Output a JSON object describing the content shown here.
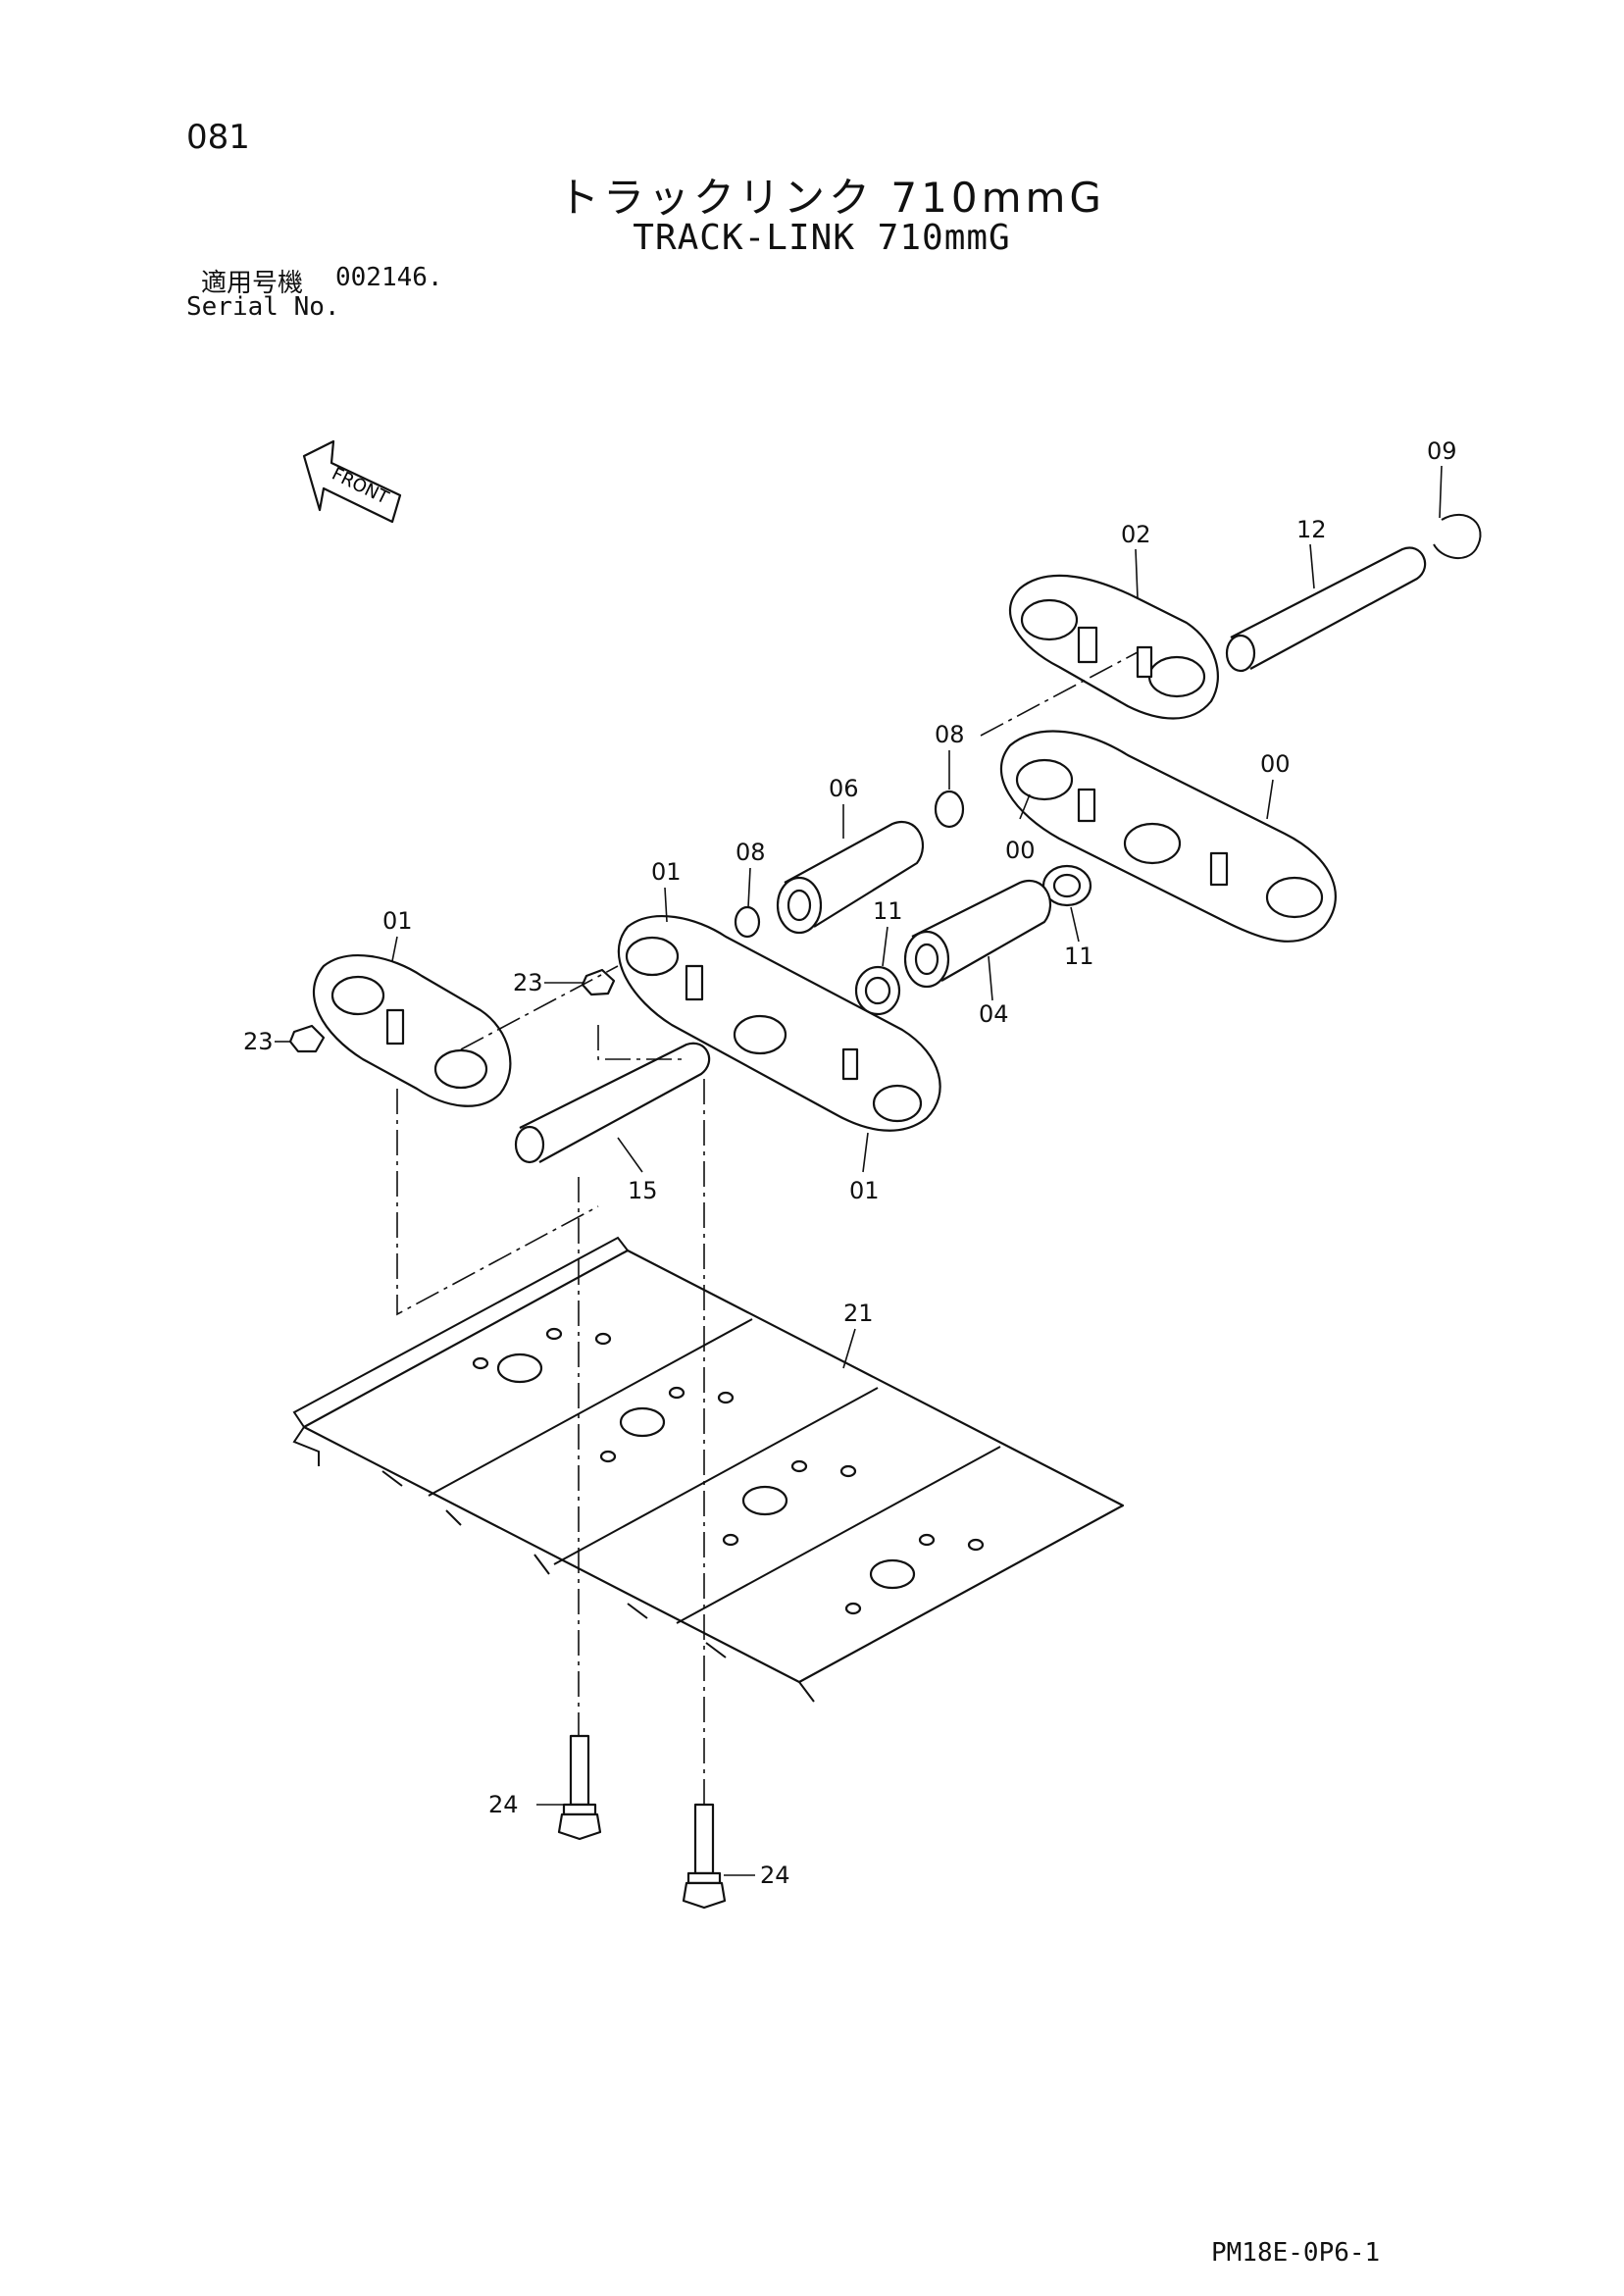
{
  "page_number": "081",
  "title_jp": "トラックリンク 710mmG",
  "title_en": "TRACK-LINK 710mmG",
  "serial_label_jp": "適用号機",
  "serial_value": "002146.",
  "serial_label_en": "Serial No.",
  "front_label": "FRONT",
  "doc_code": "PM18E-0P6-1",
  "callouts": {
    "c09": "09",
    "c12": "12",
    "c02": "02",
    "c08a": "08",
    "c00a": "00",
    "c06": "06",
    "c08b": "08",
    "c01a": "01",
    "c00b": "00",
    "c01b": "01",
    "c11a": "11",
    "c11b": "11",
    "c23a": "23",
    "c23b": "23",
    "c04": "04",
    "c15": "15",
    "c01c": "01",
    "c21": "21",
    "c24a": "24",
    "c24b": "24"
  }
}
